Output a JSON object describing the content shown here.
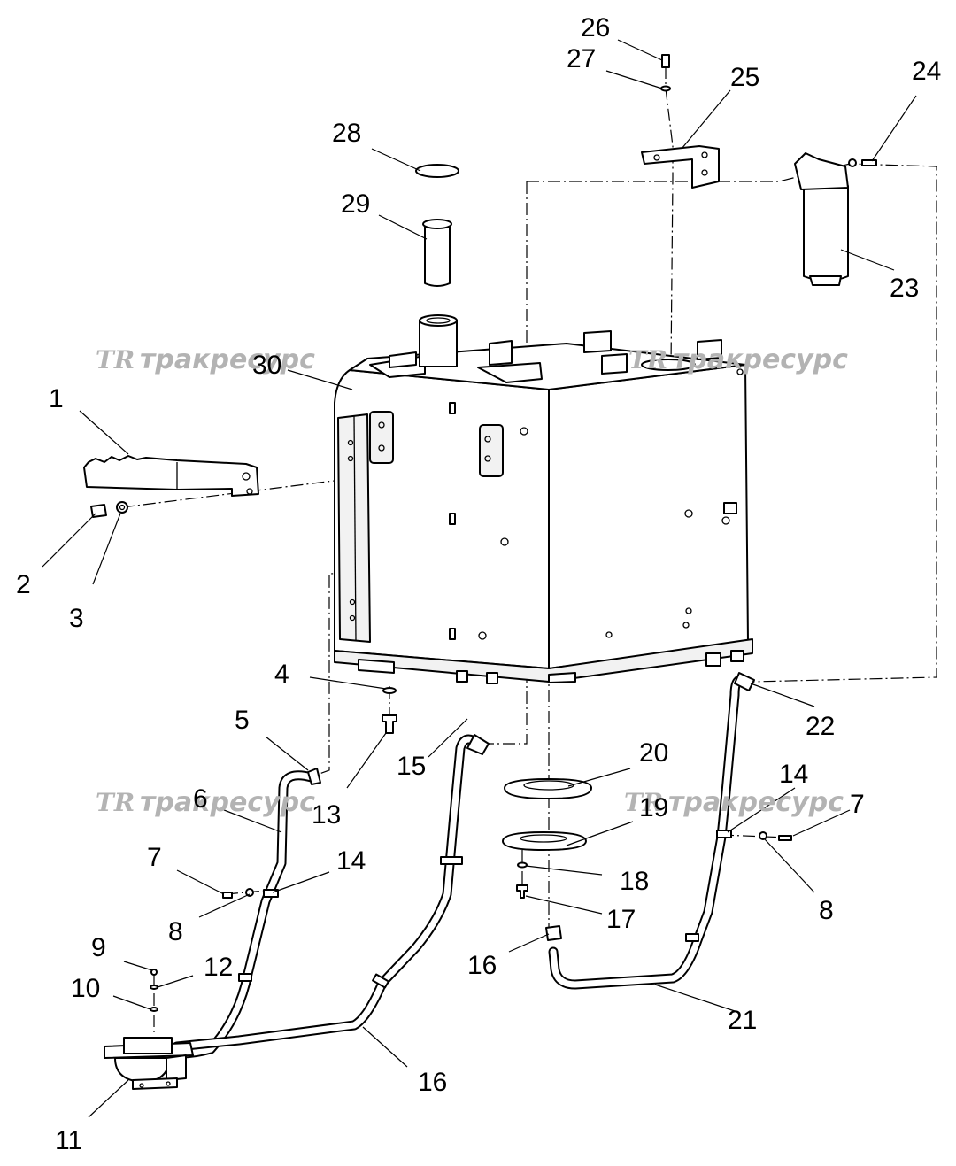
{
  "watermark": {
    "logo": "TR",
    "text": "тракресурс"
  },
  "callouts": [
    "1",
    "2",
    "3",
    "4",
    "5",
    "6",
    "7",
    "8",
    "9",
    "10",
    "11",
    "12",
    "13",
    "14",
    "15",
    "16",
    "17",
    "18",
    "19",
    "20",
    "21",
    "22",
    "23",
    "24",
    "25",
    "26",
    "27",
    "28",
    "29",
    "30"
  ]
}
